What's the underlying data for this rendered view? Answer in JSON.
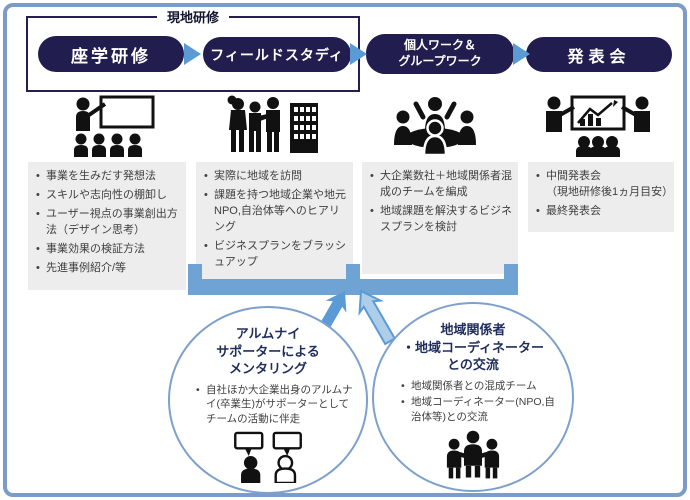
{
  "colors": {
    "pill_navy": "#211d4e",
    "flow_arrow_blue": "#5b9bd5",
    "bracket_bar_blue": "#6fa3d4",
    "outer_frame_blue": "#7b9cc9",
    "panel_gray": "#ededed",
    "circle_title_navy": "#1f2d5c"
  },
  "diagram": {
    "onsite_label": "現地研修",
    "stages": [
      {
        "id": "lecture",
        "label_lines": [
          "座学研修"
        ],
        "icon": "classroom-lecture-icon",
        "bullets": [
          {
            "text": "事業を生みだす発想法"
          },
          {
            "text": "スキルや志向性の棚卸し"
          },
          {
            "text": "ユーザー視点の事業創出方法（デザイン思考）"
          },
          {
            "text": "事業効果の検証方法"
          },
          {
            "text": "先進事例紹介/等"
          }
        ]
      },
      {
        "id": "field-study",
        "label_lines": [
          "フィールドスタディ"
        ],
        "icon": "field-visit-icon",
        "bullets": [
          {
            "text": "実際に地域を訪問"
          },
          {
            "text": "課題を持つ地域企業や地元NPO,自治体等へのヒアリング"
          },
          {
            "text": "ビジネスプランをブラッシュアップ"
          }
        ]
      },
      {
        "id": "workshop",
        "label_lines": [
          "個人ワーク＆",
          "グループワーク"
        ],
        "icon": "group-discussion-icon",
        "bullets": [
          {
            "text": "大企業数社＋地域関係者混成のチームを編成"
          },
          {
            "text": "地域課題を解決するビジネスプランを検討"
          }
        ]
      },
      {
        "id": "presentation",
        "label_lines": [
          "発表会"
        ],
        "icon": "presentation-review-icon",
        "bullets": [
          {
            "text": "中間発表会",
            "note": "（現地研修後1ヵ月目安）"
          },
          {
            "text": "最終発表会"
          }
        ]
      }
    ],
    "support_circles": [
      {
        "id": "alumni-mentoring",
        "title_lines": [
          "アルムナイ",
          "サポーターによる",
          "メンタリング"
        ],
        "bullets": [
          "自社ほか大企業出身のアルムナイ(卒業生)がサポーターとしてチームの活動に伴走"
        ],
        "icon": "mentoring-chat-icon"
      },
      {
        "id": "regional-exchange",
        "title_lines": [
          "地域関係者",
          "・地域コーディネーター",
          "との交流"
        ],
        "bullets": [
          "地域関係者との混成チーム",
          "地域コーディネーター(NPO,自治体等)との交流"
        ],
        "icon": "community-handshake-icon"
      }
    ]
  }
}
